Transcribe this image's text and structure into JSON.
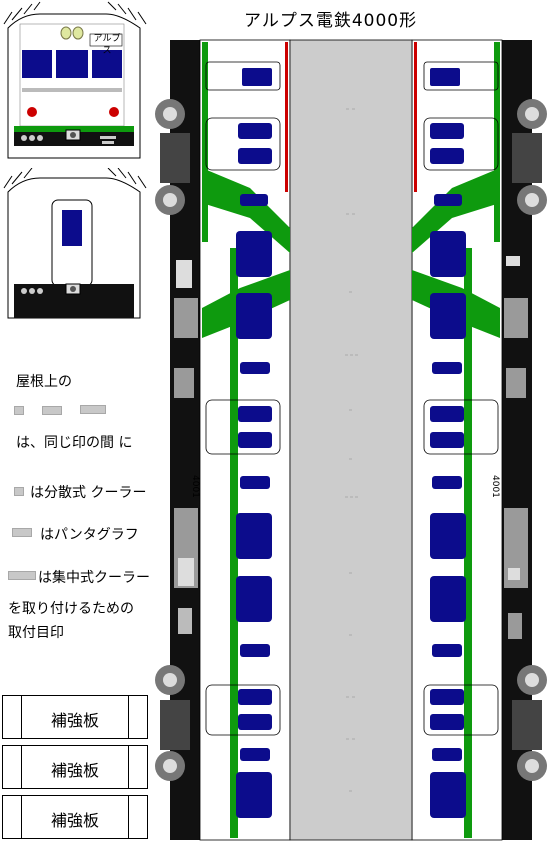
{
  "title": "アルプス電鉄4000形",
  "front_view": {
    "destination_label": "アルプス"
  },
  "car_number": "4001",
  "legend": {
    "roof_heading": "屋根上の",
    "between_marks": "は、同じ印の間 に",
    "cooler_distributed": "は分散式 クーラー",
    "pantograph": "はパンタグラフ",
    "cooler_central": "は集中式クーラー",
    "mounting_line1": "を取り付けるための",
    "mounting_line2": "取付目印"
  },
  "reinforcement_plates": [
    "補強板",
    "補強板",
    "補強板"
  ],
  "colors": {
    "body_blue": "#0c0c8c",
    "stripe_green": "#0e9a0e",
    "roof_gray": "#cccccc",
    "underfloor_black": "#111111",
    "headlight_red": "#cc0000"
  }
}
